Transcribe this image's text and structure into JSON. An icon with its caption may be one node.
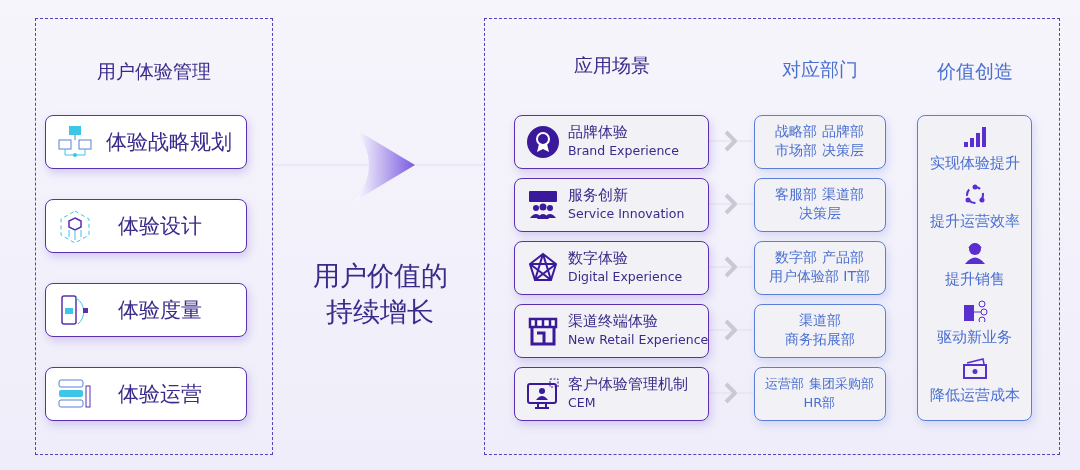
{
  "diagram": {
    "nodes": [
      {
        "text": [
          "用户体验管理"
        ]
      },
      {
        "text": [
          "体验战略规划"
        ],
        "in": 0
      },
      {
        "text": [
          "体验设计"
        ],
        "in": 0
      },
      {
        "text": [
          "体验度量"
        ],
        "in": 0
      },
      {
        "text": [
          "体验运营"
        ],
        "in": 0
      },
      {
        "text": [
          "用户价值的持续增长"
        ]
      },
      {
        "text": [
          "应用场景",
          "对应部门",
          "价值创造"
        ]
      },
      {
        "text": [
          "品牌体验",
          "Brand Experience"
        ],
        "in": 6
      },
      {
        "text": [
          "服务创新",
          "Service Innovation"
        ],
        "in": 6
      },
      {
        "text": [
          "数字体验",
          "Digital Experience"
        ],
        "in": 6
      },
      {
        "text": [
          "渠道终端体验",
          "New Retail Experience"
        ],
        "in": 6
      },
      {
        "text": [
          "客户体验管理机制",
          "CEM"
        ],
        "in": 6
      },
      {
        "text": [
          "战略部 品牌部市场部 决策层"
        ],
        "in": 6
      },
      {
        "text": [
          "客服部 渠道部决策层"
        ],
        "in": 6
      },
      {
        "text": [
          "数字部 产品部用户体验部 IT部"
        ],
        "in": 6
      },
      {
        "text": [
          "渠道部商务拓展部"
        ],
        "in": 6
      },
      {
        "text": [
          "运营部 集团采购部HR部"
        ],
        "in": 6
      },
      {
        "text": [
          "实现体验提升",
          "提升运营效率",
          "提升销售",
          "驱动新业务",
          "降低运营成本"
        ],
        "in": 6
      }
    ],
    "edges": [
      {
        "from": 0,
        "to": 6,
        "arrow": "to"
      },
      {
        "from": 7,
        "to": 12,
        "arrow": "to"
      },
      {
        "from": 8,
        "to": 13,
        "arrow": "to"
      },
      {
        "from": 9,
        "to": 14,
        "arrow": "to"
      },
      {
        "from": 10,
        "to": 15,
        "arrow": "to"
      },
      {
        "from": 11,
        "to": 16,
        "arrow": "to"
      }
    ]
  }
}
